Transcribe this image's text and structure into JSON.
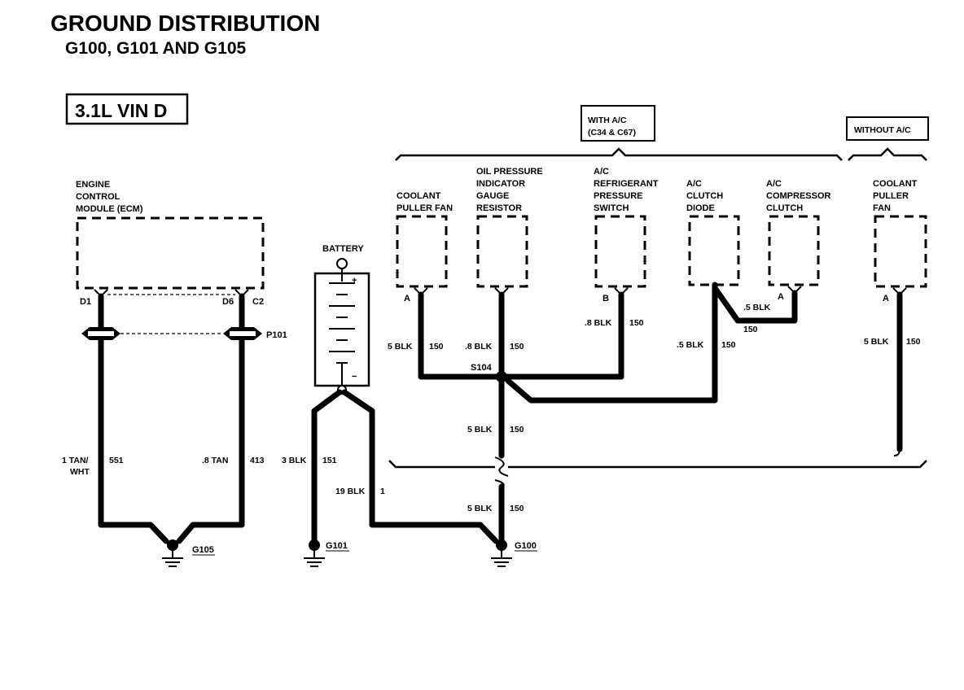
{
  "title": "GROUND DISTRIBUTION",
  "subtitle": "G100, G101 AND G105",
  "engine_box": "3.1L  VIN D",
  "groups": {
    "with_ac": [
      "WITH A/C",
      "(C34 & C67)"
    ],
    "without_ac": "WITHOUT A/C"
  },
  "components": {
    "ecm": [
      "ENGINE",
      "CONTROL",
      "MODULE (ECM)"
    ],
    "battery": "BATTERY",
    "battery_plus": "+",
    "battery_minus": "−",
    "coolant_fan": [
      "COOLANT",
      "PULLER FAN"
    ],
    "oil_gauge": [
      "OIL PRESSURE",
      "INDICATOR",
      "GAUGE",
      "RESISTOR"
    ],
    "ac_switch": [
      "A/C",
      "REFRIGERANT",
      "PRESSURE",
      "SWITCH"
    ],
    "ac_diode": [
      "A/C",
      "CLUTCH",
      "DIODE"
    ],
    "ac_clutch": [
      "A/C",
      "COMPRESSOR",
      "CLUTCH"
    ],
    "coolant_fan_noac": [
      "COOLANT",
      "PULLER",
      "FAN"
    ]
  },
  "pins": {
    "ecm_d1": "D1",
    "ecm_d6": "D6",
    "ecm_c2": "C2",
    "coolant_fan": "A",
    "ac_switch": "B",
    "ac_clutch": "A",
    "coolant_fan_noac": "A"
  },
  "connectors": {
    "p101": "P101",
    "s104": "S104"
  },
  "grounds": {
    "g105": "G105",
    "g101": "G101",
    "g100": "G100"
  },
  "wires": {
    "ecm_left": [
      "1 TAN/",
      "WHT",
      "551"
    ],
    "ecm_right": [
      ".8 TAN",
      "413"
    ],
    "bat_151": [
      "3 BLK",
      "151"
    ],
    "bat_1": [
      "19 BLK",
      "1"
    ],
    "fan": [
      "5 BLK",
      "150"
    ],
    "oil": [
      ".8 BLK",
      "150"
    ],
    "switch": [
      ".8 BLK",
      "150"
    ],
    "diode": [
      ".5 BLK",
      "150"
    ],
    "clutch": [
      ".5 BLK",
      "150"
    ],
    "noac": [
      "5 BLK",
      "150"
    ],
    "trunk_upper": [
      "5 BLK",
      "150"
    ],
    "trunk_lower": [
      "5 BLK",
      "150"
    ]
  }
}
